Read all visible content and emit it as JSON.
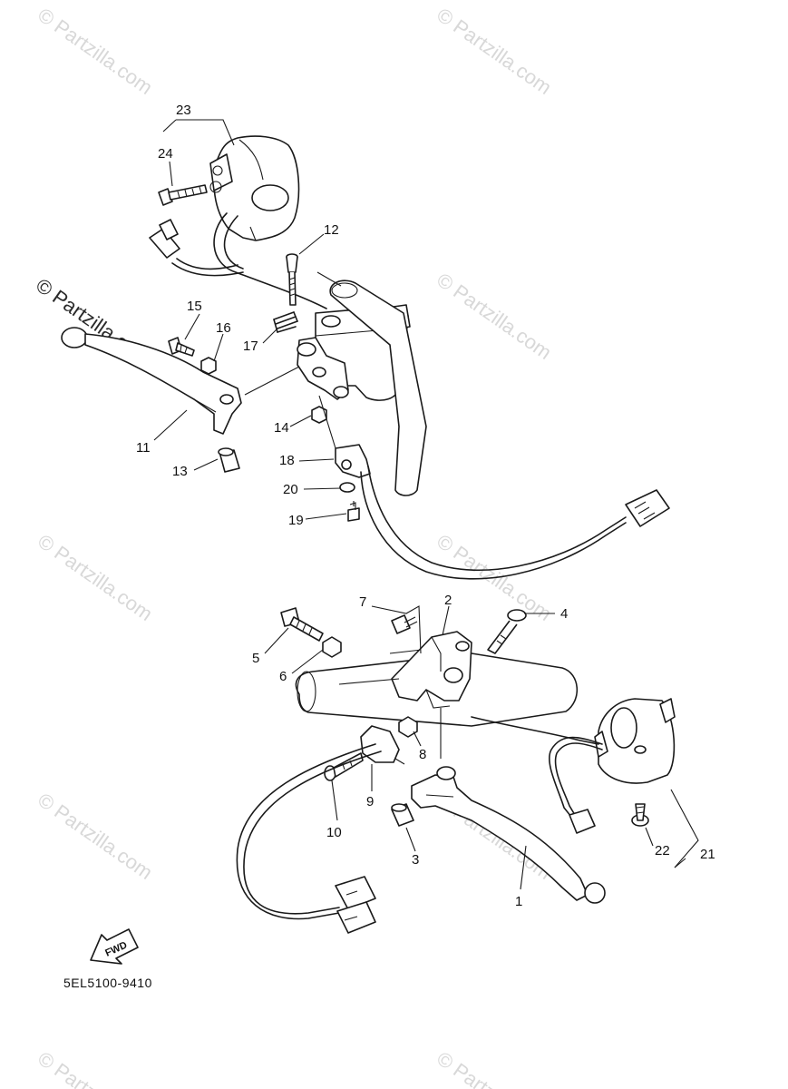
{
  "watermark": {
    "text": "© Partzilla.com"
  },
  "diagram_code": "5EL5100-9410",
  "fwd_label": "FWD",
  "callouts": {
    "c1": "1",
    "c2": "2",
    "c3": "3",
    "c4": "4",
    "c5": "5",
    "c6": "6",
    "c7": "7",
    "c8": "8",
    "c9": "9",
    "c10": "10",
    "c11": "11",
    "c12": "12",
    "c13": "13",
    "c14": "14",
    "c15": "15",
    "c16": "16",
    "c17": "17",
    "c18": "18",
    "c19": "19",
    "c20": "20",
    "c21": "21",
    "c22": "22",
    "c23": "23",
    "c24": "24"
  }
}
